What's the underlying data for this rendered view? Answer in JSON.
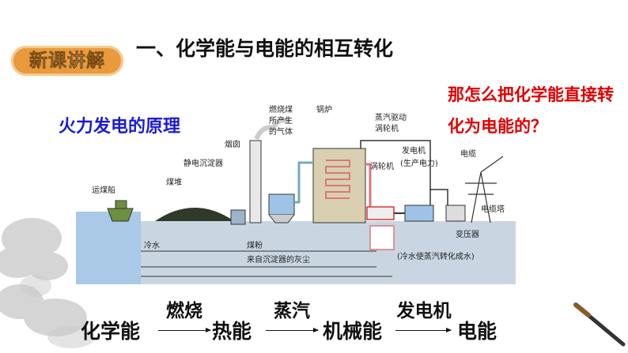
{
  "header": {
    "badge": "新课讲解",
    "title": "一、化学能与电能的相互转化"
  },
  "section_title": "火力发电的原理",
  "question": "那怎么把化学能直接转化为电能的？",
  "diagram": {
    "labels": {
      "transport_ship": "运煤船",
      "coal_pile": "煤堆",
      "electrostatic_precipitator": "静电沉淀器",
      "chimney": "烟囱",
      "flue_gas_1": "燃烧煤",
      "flue_gas_2": "所产生",
      "flue_gas_3": "的气体",
      "boiler": "锅炉",
      "steam_1": "蒸汽驱动",
      "steam_2": "涡轮机",
      "turbine": "涡轮机",
      "generator_1": "发电机",
      "generator_2": "(生产电力)",
      "power_line": "电缆",
      "tower": "电缆塔",
      "transformer": "变压器",
      "cold_water": "冷水",
      "coal_powder": "煤粉",
      "ash": "来自沉淀器的灰尘",
      "condense": "(冷水使蒸汽转化成水)"
    }
  },
  "flow": {
    "start": "化学能",
    "step1": "燃烧",
    "mid1": "热能",
    "step2": "蒸汽",
    "mid2": "机械能",
    "step3": "发电机",
    "end": "电能"
  },
  "colors": {
    "badge": "#e89a3c",
    "question": "#e10000",
    "section_title": "#1b1bd6"
  }
}
